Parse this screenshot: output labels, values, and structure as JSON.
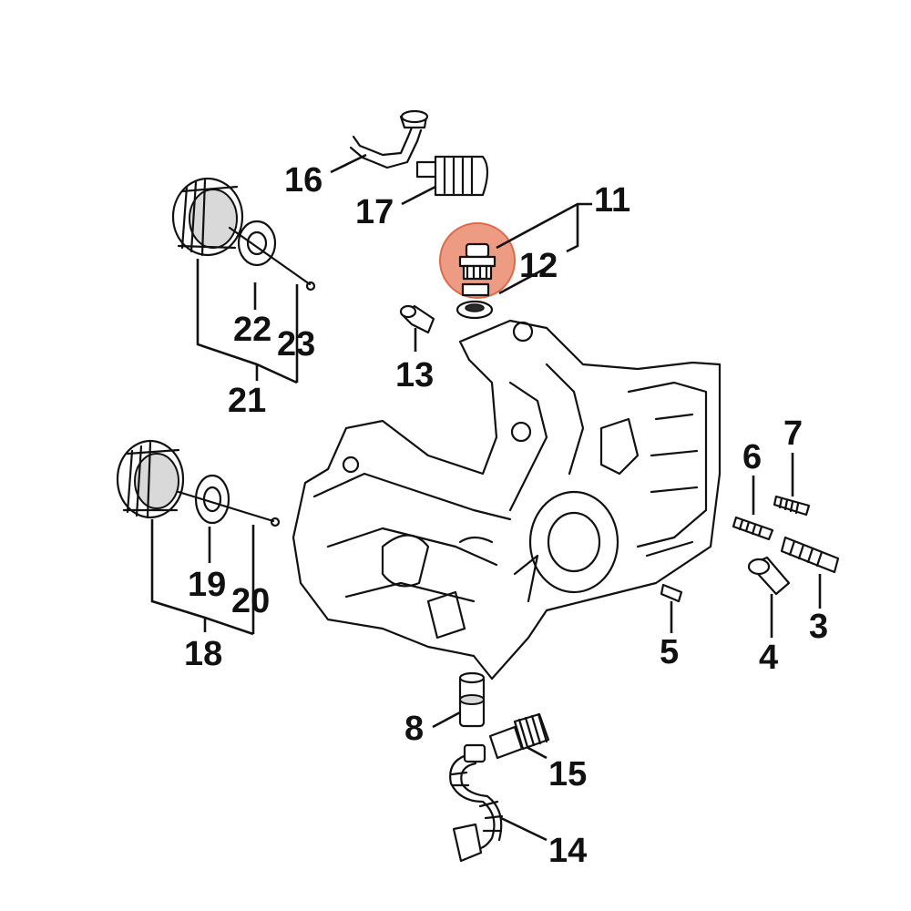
{
  "diagram": {
    "highlight_color": "#e8795a",
    "highlighted_part": "12",
    "labels": {
      "p3": "3",
      "p4": "4",
      "p5": "5",
      "p6": "6",
      "p7": "7",
      "p8": "8",
      "p11": "11",
      "p12": "12",
      "p13": "13",
      "p14": "14",
      "p15": "15",
      "p16": "16",
      "p17": "17",
      "p18": "18",
      "p19": "19",
      "p20": "20",
      "p21": "21",
      "p22": "22",
      "p23": "23"
    }
  }
}
